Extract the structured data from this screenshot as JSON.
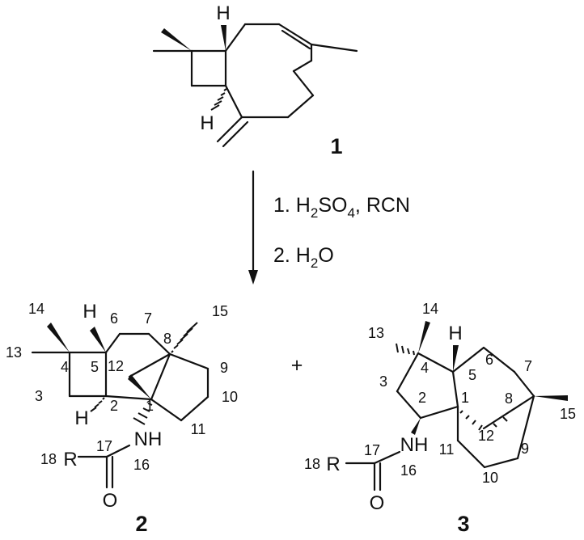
{
  "compound_1": {
    "label": "1",
    "atoms": {
      "h_top": "H",
      "h_bottom": "H"
    }
  },
  "reaction": {
    "step1_prefix": "1. H",
    "step1_sub2": "2",
    "step1_so": "SO",
    "step1_sub4": "4",
    "step1_suffix": ", RCN",
    "step2_prefix": "2. H",
    "step2_sub2": "2",
    "step2_suffix": "O"
  },
  "compound_2": {
    "label": "2",
    "atoms": {
      "h5": "H",
      "h2": "H",
      "nh": "NH",
      "r": "R",
      "o": "O"
    },
    "numbers": {
      "n1": "1",
      "n2": "2",
      "n3": "3",
      "n4": "4",
      "n5": "5",
      "n6": "6",
      "n7": "7",
      "n8": "8",
      "n9": "9",
      "n10": "10",
      "n11": "11",
      "n12": "12",
      "n13": "13",
      "n14": "14",
      "n15": "15",
      "n16": "16",
      "n17": "17",
      "n18": "18"
    }
  },
  "plus": "+",
  "compound_3": {
    "label": "3",
    "atoms": {
      "h5": "H",
      "nh": "NH",
      "r": "R",
      "o": "O"
    },
    "numbers": {
      "n1": "1",
      "n2": "2",
      "n3": "3",
      "n4": "4",
      "n5": "5",
      "n6": "6",
      "n7": "7",
      "n8": "8",
      "n9": "9",
      "n10": "10",
      "n11": "11",
      "n12": "12",
      "n13": "13",
      "n14": "14",
      "n15": "15",
      "n16": "16",
      "n17": "17",
      "n18": "18"
    }
  }
}
